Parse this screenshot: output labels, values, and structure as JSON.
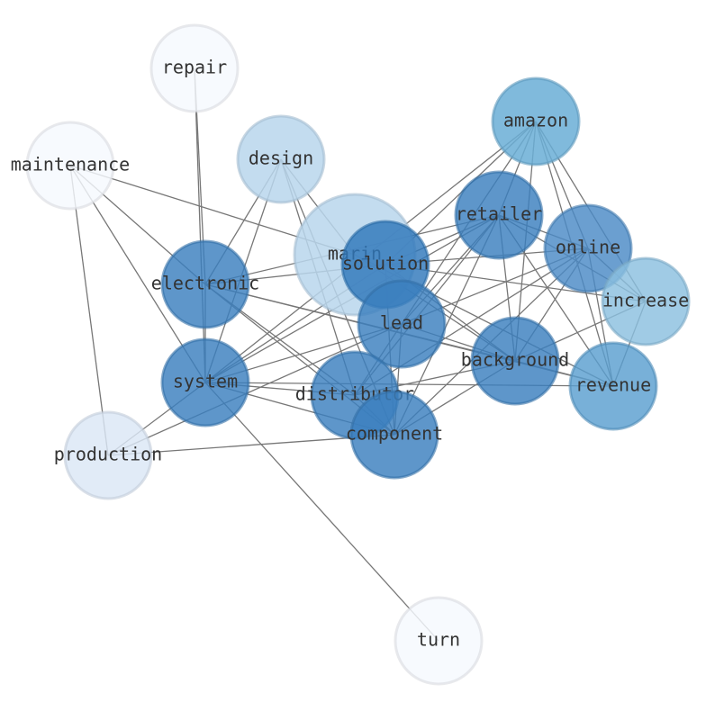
{
  "nodes": [
    {
      "id": "repair",
      "label": "repair",
      "color": "#f5f9fe"
    },
    {
      "id": "maintenance",
      "label": "maintenance",
      "color": "#f5f9fe"
    },
    {
      "id": "design",
      "label": "design",
      "color": "#b9d6ec"
    },
    {
      "id": "amazon",
      "label": "amazon",
      "color": "#6aaed6"
    },
    {
      "id": "marin",
      "label": "marin",
      "color": "#b9d6ec"
    },
    {
      "id": "retailer",
      "label": "retailer",
      "color": "#3a7fbe"
    },
    {
      "id": "online",
      "label": "online",
      "color": "#4a8ac6"
    },
    {
      "id": "solution",
      "label": "solution",
      "color": "#2f78bb"
    },
    {
      "id": "electronic",
      "label": "electronic",
      "color": "#3a7fbe"
    },
    {
      "id": "increase",
      "label": "increase",
      "color": "#8bbfdf"
    },
    {
      "id": "lead",
      "label": "lead",
      "color": "#3a7fbe"
    },
    {
      "id": "background",
      "label": "background",
      "color": "#3a7fbe"
    },
    {
      "id": "system",
      "label": "system",
      "color": "#3a7fbe"
    },
    {
      "id": "revenue",
      "label": "revenue",
      "color": "#5a9fd0"
    },
    {
      "id": "distributor",
      "label": "distributor",
      "color": "#3a7fbe"
    },
    {
      "id": "component",
      "label": "component",
      "color": "#3a7fbe"
    },
    {
      "id": "production",
      "label": "production",
      "color": "#dbe7f5"
    },
    {
      "id": "turn",
      "label": "turn",
      "color": "#f5f9fe"
    }
  ],
  "edges": [
    [
      "repair",
      "electronic"
    ],
    [
      "repair",
      "system"
    ],
    [
      "maintenance",
      "marin"
    ],
    [
      "maintenance",
      "electronic"
    ],
    [
      "maintenance",
      "system"
    ],
    [
      "maintenance",
      "production"
    ],
    [
      "design",
      "electronic"
    ],
    [
      "design",
      "system"
    ],
    [
      "design",
      "marin"
    ],
    [
      "design",
      "distributor"
    ],
    [
      "design",
      "component"
    ],
    [
      "amazon",
      "retailer"
    ],
    [
      "amazon",
      "online"
    ],
    [
      "amazon",
      "increase"
    ],
    [
      "amazon",
      "revenue"
    ],
    [
      "amazon",
      "lead"
    ],
    [
      "amazon",
      "solution"
    ],
    [
      "amazon",
      "background"
    ],
    [
      "amazon",
      "system"
    ],
    [
      "retailer",
      "online"
    ],
    [
      "retailer",
      "increase"
    ],
    [
      "retailer",
      "solution"
    ],
    [
      "retailer",
      "lead"
    ],
    [
      "retailer",
      "background"
    ],
    [
      "retailer",
      "revenue"
    ],
    [
      "retailer",
      "distributor"
    ],
    [
      "retailer",
      "component"
    ],
    [
      "retailer",
      "electronic"
    ],
    [
      "retailer",
      "system"
    ],
    [
      "online",
      "solution"
    ],
    [
      "online",
      "lead"
    ],
    [
      "online",
      "background"
    ],
    [
      "online",
      "revenue"
    ],
    [
      "online",
      "distributor"
    ],
    [
      "online",
      "component"
    ],
    [
      "online",
      "increase"
    ],
    [
      "solution",
      "electronic"
    ],
    [
      "solution",
      "increase"
    ],
    [
      "solution",
      "background"
    ],
    [
      "solution",
      "component"
    ],
    [
      "solution",
      "system"
    ],
    [
      "electronic",
      "background"
    ],
    [
      "electronic",
      "revenue"
    ],
    [
      "electronic",
      "distributor"
    ],
    [
      "electronic",
      "component"
    ],
    [
      "electronic",
      "system"
    ],
    [
      "lead",
      "system"
    ],
    [
      "lead",
      "distributor"
    ],
    [
      "lead",
      "component"
    ],
    [
      "lead",
      "background"
    ],
    [
      "lead",
      "production"
    ],
    [
      "background",
      "distributor"
    ],
    [
      "background",
      "component"
    ],
    [
      "background",
      "revenue"
    ],
    [
      "background",
      "increase"
    ],
    [
      "system",
      "distributor"
    ],
    [
      "system",
      "component"
    ],
    [
      "system",
      "turn"
    ],
    [
      "system",
      "production"
    ],
    [
      "revenue",
      "increase"
    ],
    [
      "revenue",
      "system"
    ],
    [
      "distributor",
      "component"
    ],
    [
      "component",
      "production"
    ],
    [
      "marin",
      "background"
    ],
    [
      "marin",
      "revenue"
    ]
  ]
}
